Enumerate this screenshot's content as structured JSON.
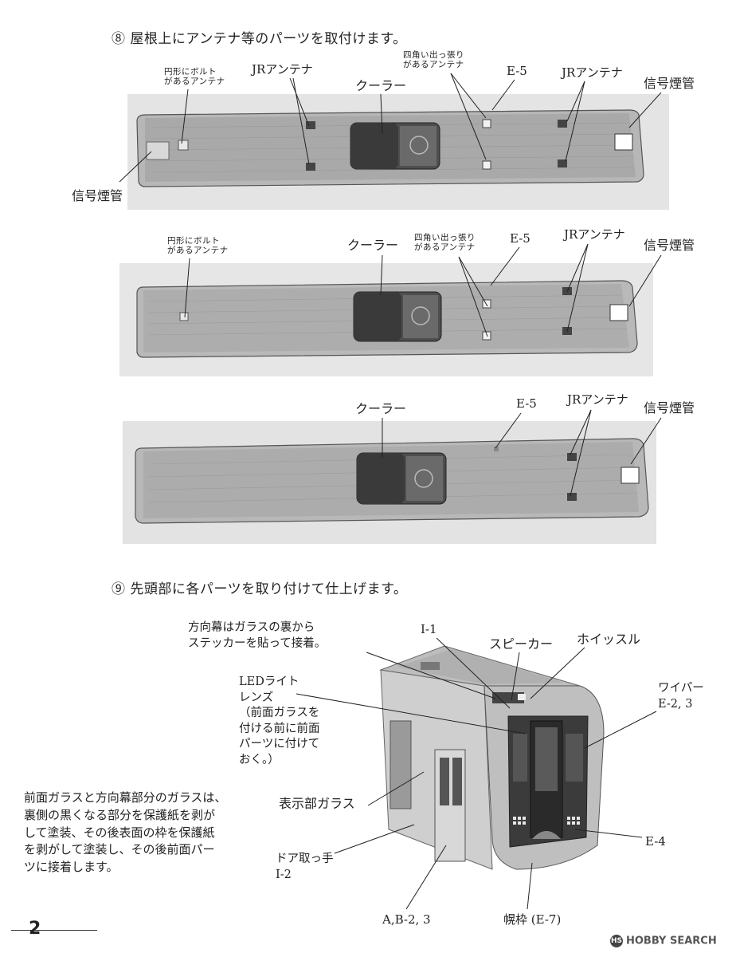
{
  "step8": {
    "title": "⑧ 屋根上にアンテナ等のパーツを取付けます。"
  },
  "photo1": {
    "label_round_bolt": "円形にボルト\nがあるアンテナ",
    "label_jr_left": "JRアンテナ",
    "label_cooler": "クーラー",
    "label_square": "四角い出っ張り\nがあるアンテナ",
    "label_e5": "E-5",
    "label_jr_right": "JRアンテナ",
    "label_signal_right": "信号煙管",
    "label_signal_left": "信号煙管"
  },
  "photo2": {
    "label_round_bolt": "円形にボルト\nがあるアンテナ",
    "label_cooler": "クーラー",
    "label_square": "四角い出っ張り\nがあるアンテナ",
    "label_e5": "E-5",
    "label_jr": "JRアンテナ",
    "label_signal": "信号煙管"
  },
  "photo3": {
    "label_cooler": "クーラー",
    "label_e5": "E-5",
    "label_jr": "JRアンテナ",
    "label_signal": "信号煙管"
  },
  "step9": {
    "title": "⑨ 先頭部に各パーツを取り付けて仕上げます。"
  },
  "photo4": {
    "label_destination": "方向幕はガラスの裏から\nステッカーを貼って接着。",
    "label_i1": "I-1",
    "label_speaker": "スピーカー",
    "label_whistle": "ホイッスル",
    "label_led": "LEDライト\nレンズ\n（前面ガラスを\n付ける前に前面\nパーツに付けて\nおく。）",
    "label_wiper": "ワイパー\nE-2, 3",
    "label_display_glass": "表示部ガラス",
    "label_door_handle": "ドア取っ手\nI-2",
    "label_e4": "E-4",
    "label_ab": "A,B-2, 3",
    "label_hood": "幌枠 (E-7)"
  },
  "note": "前面ガラスと方向幕部分のガラスは、\n裏側の黒くなる部分を保護紙を剥が\nして塗装、その後表面の枠を保護紙\nを剥がして塗装し、その後前面パー\nツに接着します。",
  "footer": {
    "page_number": "2",
    "watermark": "HOBBY SEARCH",
    "watermark_logo": "HS"
  }
}
